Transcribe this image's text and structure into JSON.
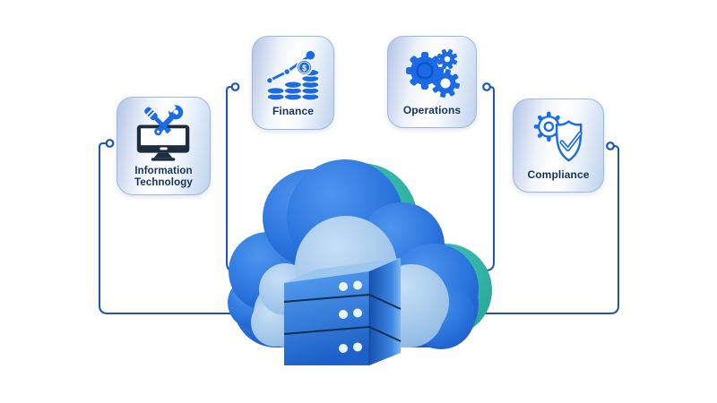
{
  "cards": [
    {
      "id": "information-technology",
      "label": "Information Technology",
      "icon": "monitor-tools-icon"
    },
    {
      "id": "finance",
      "label": "Finance",
      "icon": "coins-growth-icon"
    },
    {
      "id": "operations",
      "label": "Operations",
      "icon": "gears-icon"
    },
    {
      "id": "compliance",
      "label": "Compliance",
      "icon": "gear-shield-check-icon"
    }
  ],
  "icons": {
    "finance_symbol": "$"
  },
  "illustration": {
    "type": "cloud-with-server-rack",
    "server_units": 3
  },
  "colors": {
    "connector": "#1e55b4",
    "card_border": "#9db9e0",
    "label_text": "#16335f",
    "icon_blue": "#1b6be6",
    "icon_dark_navy": "#1e2c40",
    "cloud_blue": "#2a74dd",
    "cloud_teal": "#2ba69c",
    "cloud_light_blue": "#a9cdee",
    "server_seam": "#13304e"
  }
}
